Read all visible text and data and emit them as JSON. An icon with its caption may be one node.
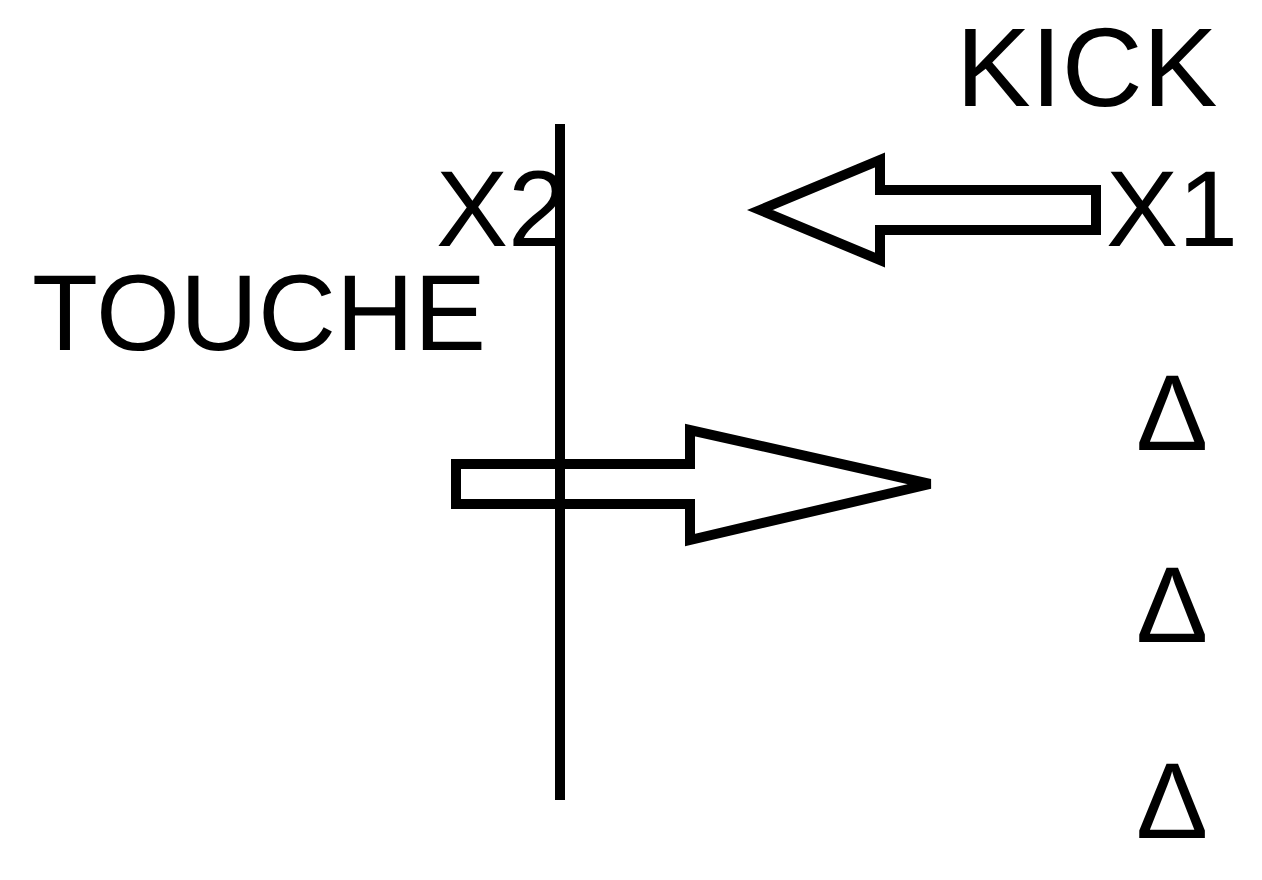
{
  "diagram": {
    "labels": [
      "KICK",
      "X2",
      "X1",
      "TOUCHE",
      "Δ",
      "Δ",
      "Δ"
    ]
  }
}
